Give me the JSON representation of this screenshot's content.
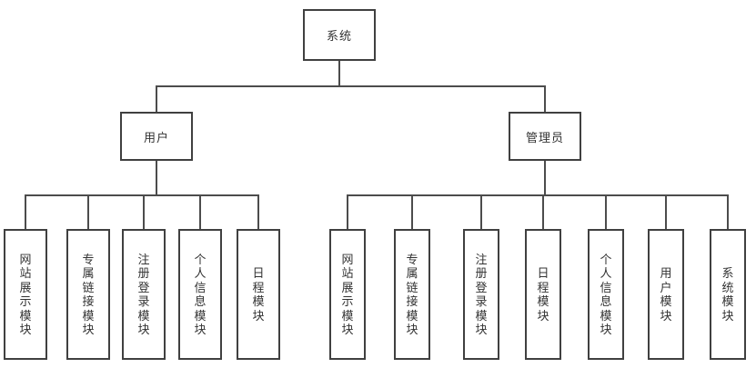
{
  "style": {
    "border_color": "#404040",
    "line_color": "#4c4c4c",
    "text_color": "#333333",
    "bg_color": "#ffffff"
  },
  "diagram": {
    "root": {
      "label": "系统"
    },
    "branches": [
      {
        "label": "用户",
        "children": [
          {
            "label": "网站展示模块"
          },
          {
            "label": "专属链接模块"
          },
          {
            "label": "注册登录模块"
          },
          {
            "label": "个人信息模块"
          },
          {
            "label": "日程模块"
          }
        ]
      },
      {
        "label": "管理员",
        "children": [
          {
            "label": "网站展示模块"
          },
          {
            "label": "专属链接模块"
          },
          {
            "label": "注册登录模块"
          },
          {
            "label": "日程模块"
          },
          {
            "label": "个人信息模块"
          },
          {
            "label": "用户模块"
          },
          {
            "label": "系统模块"
          }
        ]
      }
    ]
  }
}
